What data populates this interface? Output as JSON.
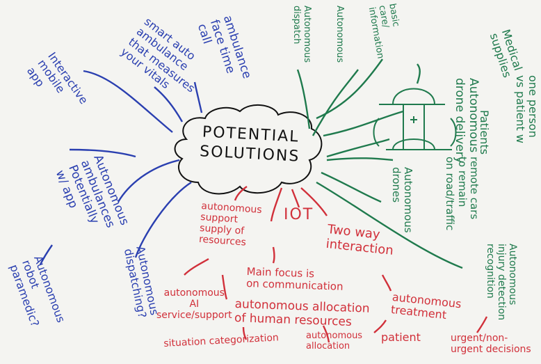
{
  "center": {
    "line1": "POTENTIAL",
    "line2": "SOLUTIONS"
  },
  "blue_notes": {
    "ambulance_facetime": [
      "ambulance",
      "face time",
      "call"
    ],
    "smart_ambulance": [
      "smart auto",
      "ambulance",
      "that measures",
      "your vitals"
    ],
    "mobile_app": [
      "Interactive",
      "mobile",
      "app"
    ],
    "autonomous_ambulances": [
      "Autonomous",
      "ambulances",
      "Potentially",
      "w/ app"
    ],
    "robot_paramedic": [
      "Autonomous",
      "robot",
      "paramedic?"
    ],
    "autonomous_dispatching": [
      "Autonomous",
      "dispatching?"
    ]
  },
  "green_notes": {
    "autonomous_dispatch": [
      "Autonomous",
      "dispatch"
    ],
    "autonomous_1": [
      "Autonomous"
    ],
    "basic_care": [
      "basic",
      "care/",
      "information"
    ],
    "drone_delivery": [
      "Autonomous",
      "drone delivery"
    ],
    "medical_supplies": [
      "Medical",
      "supplies"
    ],
    "patients": [
      "Patients"
    ],
    "one_person": [
      "one person",
      "vs patient w"
    ],
    "autonomous_drones": [
      "Autonomous",
      "drones"
    ],
    "remote_cars": [
      "remote cars",
      "to remain",
      "on road/traffic"
    ],
    "injury_recognition": [
      "Autonomous",
      "injury detection",
      "recognition"
    ]
  },
  "red_notes": {
    "iot": "IOT",
    "autonomous_support": [
      "autonomous",
      "support",
      "supply of",
      "resources"
    ],
    "two_way": [
      "Two way",
      "interaction"
    ],
    "main_focus": [
      "Main focus is",
      "on communication"
    ],
    "autonomous_ai": [
      "autonomous",
      "AI",
      "service/support"
    ],
    "allocation": [
      "autonomous allocation",
      "of human resources"
    ],
    "autonomous_treatment": [
      "autonomous",
      "treatment"
    ],
    "situation": "situation categorization",
    "patient_allocation": [
      "autonomous",
      "allocation"
    ],
    "patient": "patient",
    "urgent": [
      "urgent/non-",
      "urgent decisions"
    ]
  }
}
